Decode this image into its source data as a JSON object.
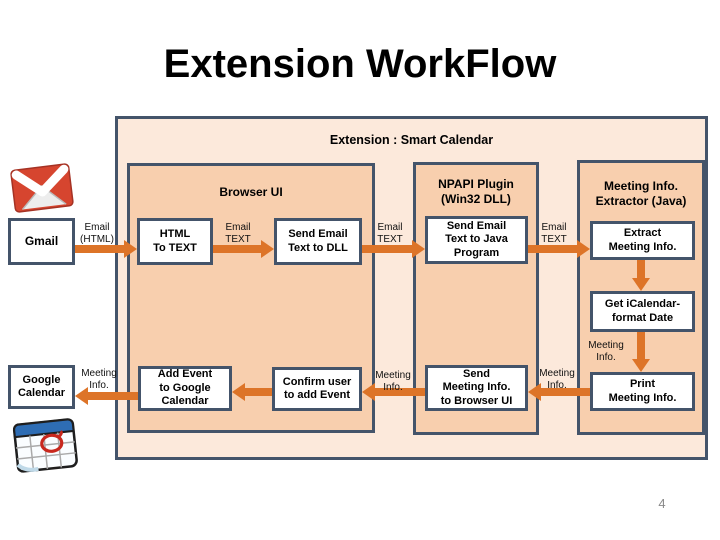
{
  "colors": {
    "border": "#44546A",
    "outer_fill": "#FCE9DB",
    "container_fill": "#F8CFAE",
    "arrow": "#DD7428",
    "page_number": "#8A8A8A"
  },
  "slide": {
    "title": "Extension WorkFlow",
    "page_number": "4"
  },
  "diagram": {
    "outer_label": "Extension : Smart Calendar",
    "containers": {
      "browser_ui": {
        "line1": "Browser UI"
      },
      "npapi": {
        "line1": "NPAPI Plugin",
        "line2": "(Win32 DLL)"
      },
      "extractor": {
        "line1": "Meeting Info.",
        "line2": "Extractor (Java)"
      }
    },
    "nodes": {
      "gmail": {
        "line1": "Gmail"
      },
      "html_to_text": {
        "line1": "HTML",
        "line2": "To TEXT"
      },
      "send_to_dll": {
        "line1": "Send Email",
        "line2": "Text to DLL"
      },
      "send_to_java": {
        "line1": "Send Email",
        "line2": "Text to Java",
        "line3": "Program"
      },
      "extract": {
        "line1": "Extract",
        "line2": "Meeting Info."
      },
      "get_ical": {
        "line1": "Get iCalendar-",
        "line2": "format Date"
      },
      "print_info": {
        "line1": "Print",
        "line2": "Meeting Info."
      },
      "send_to_browser": {
        "line1": "Send",
        "line2": "Meeting Info.",
        "line3": "to Browser UI"
      },
      "confirm": {
        "line1": "Confirm user",
        "line2": "to add Event"
      },
      "add_event": {
        "line1": "Add Event",
        "line2": "to Google",
        "line3": "Calendar"
      },
      "google_calendar": {
        "line1": "Google",
        "line2": "Calendar"
      }
    },
    "flow_labels": {
      "email_html": {
        "line1": "Email",
        "line2": "(HTML)"
      },
      "email_text_a": {
        "line1": "Email",
        "line2": "TEXT"
      },
      "email_text_b": {
        "line1": "Email",
        "line2": "TEXT"
      },
      "email_text_c": {
        "line1": "Email",
        "line2": "TEXT"
      },
      "meeting_info_extract": {
        "line1": "Meeting",
        "line2": "Info."
      },
      "meeting_info_print": {
        "line1": "Meeting",
        "line2": "Info."
      },
      "meeting_info_browser": {
        "line1": "Meeting",
        "line2": "Info."
      },
      "meeting_info_calendar": {
        "line1": "Meeting",
        "line2": "Info."
      }
    },
    "icons": {
      "gmail": "gmail-icon",
      "google_calendar": "google-calendar-icon"
    }
  }
}
